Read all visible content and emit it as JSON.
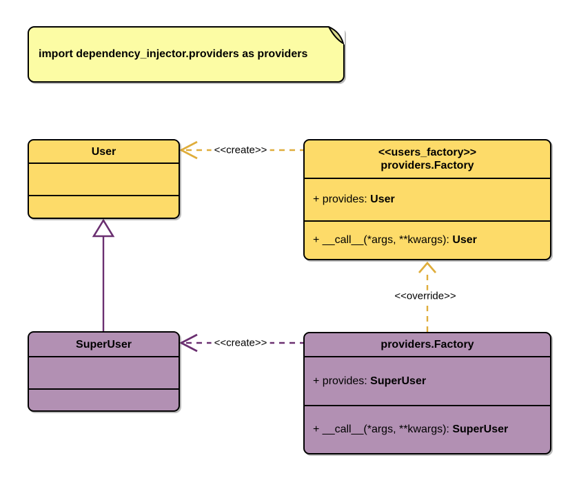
{
  "note": {
    "text": "import dependency_injector.providers as providers"
  },
  "classes": {
    "user": {
      "title": "User"
    },
    "super_user": {
      "title": "SuperUser"
    },
    "users_factory": {
      "stereotype": "<<users_factory>>",
      "name": "providers.Factory",
      "provides_prefix": "+ provides: ",
      "provides_type": "User",
      "call_prefix": "+ __call__(*args, **kwargs): ",
      "call_type": "User"
    },
    "super_users_factory": {
      "name": "providers.Factory",
      "provides_prefix": "+ provides: ",
      "provides_type": "SuperUser",
      "call_prefix": "+ __call__(*args, **kwargs): ",
      "call_type": "SuperUser"
    }
  },
  "edges": {
    "create_user": {
      "label": "<<create>>"
    },
    "create_super_user": {
      "label": "<<create>>"
    },
    "override": {
      "label": "<<override>>"
    }
  },
  "colors": {
    "class_yellow_fill": "#FDDB69",
    "class_purple_fill": "#B290B3",
    "note_fill": "#FCFCA4",
    "note_fold_fill": "#D9D98A",
    "gold_edge": "#DFAD3B",
    "purple_edge": "#6A2F70",
    "border_black": "#000000"
  }
}
